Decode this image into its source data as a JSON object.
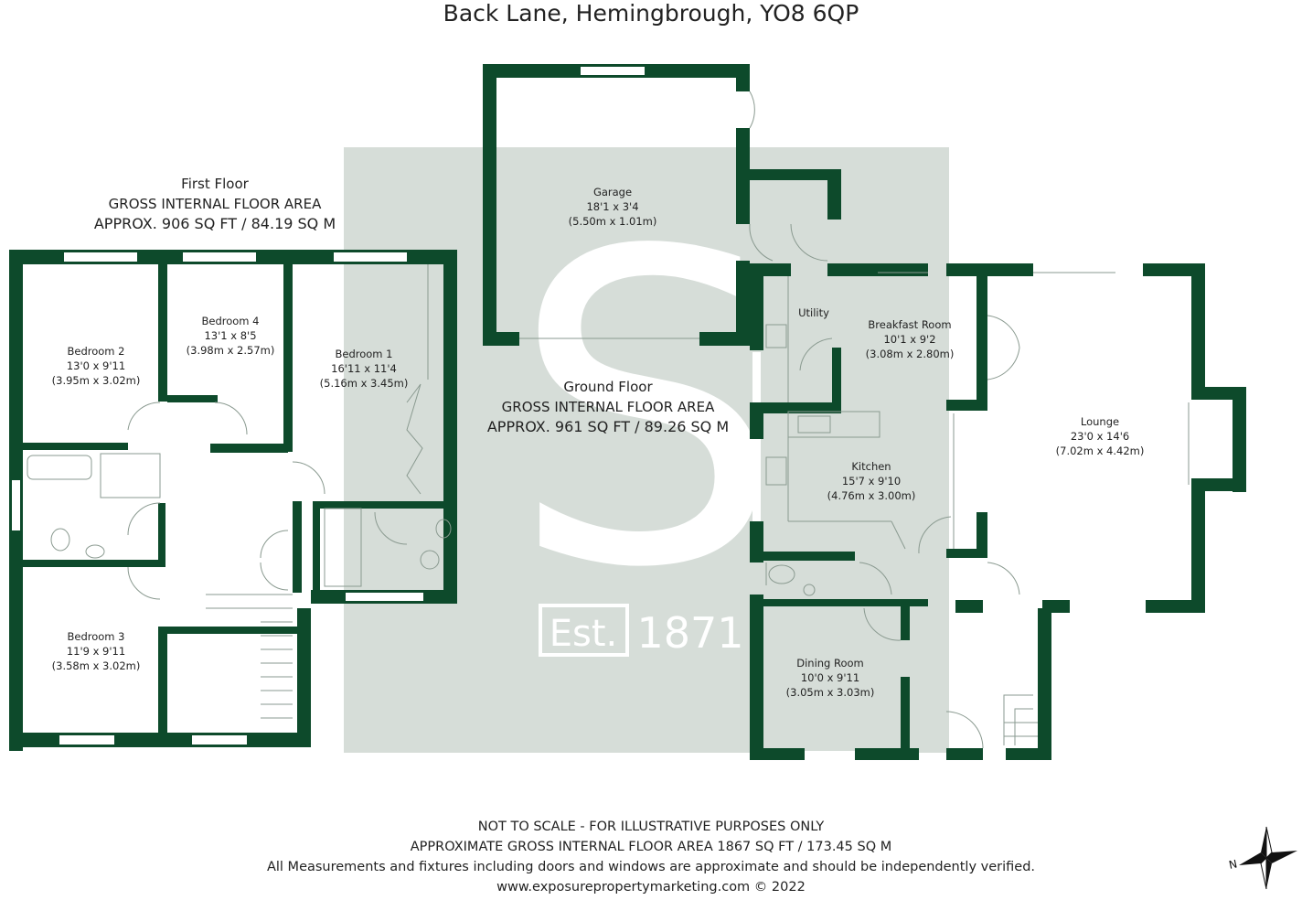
{
  "title": "Back Lane, Hemingbrough, YO8 6QP",
  "first_floor": {
    "name": "First Floor",
    "gia_label": "GROSS INTERNAL FLOOR AREA",
    "approx": "APPROX. 906 SQ FT / 84.19 SQ M"
  },
  "ground_floor": {
    "name": "Ground Floor",
    "gia_label": "GROSS INTERNAL FLOOR AREA",
    "approx": "APPROX. 961 SQ FT / 89.26 SQ M"
  },
  "rooms": {
    "bedroom2": {
      "name": "Bedroom 2",
      "imperial": "13'0 x 9'11",
      "metric": "(3.95m x 3.02m)"
    },
    "bedroom4": {
      "name": "Bedroom 4",
      "imperial": "13'1 x 8'5",
      "metric": "(3.98m x 2.57m)"
    },
    "bedroom1": {
      "name": "Bedroom 1",
      "imperial": "16'11 x 11'4",
      "metric": "(5.16m x 3.45m)"
    },
    "bedroom3": {
      "name": "Bedroom 3",
      "imperial": "11'9 x 9'11",
      "metric": "(3.58m x 3.02m)"
    },
    "garage": {
      "name": "Garage",
      "imperial": "18'1 x 3'4",
      "metric": "(5.50m x 1.01m)"
    },
    "utility": {
      "name": "Utility"
    },
    "breakfast": {
      "name": "Breakfast Room",
      "imperial": "10'1 x 9'2",
      "metric": "(3.08m x 2.80m)"
    },
    "kitchen": {
      "name": "Kitchen",
      "imperial": "15'7 x 9'10",
      "metric": "(4.76m x 3.00m)"
    },
    "lounge": {
      "name": "Lounge",
      "imperial": "23'0 x 14'6",
      "metric": "(7.02m x 4.42m)"
    },
    "dining": {
      "name": "Dining Room",
      "imperial": "10'0 x 9'11",
      "metric": "(3.05m x 3.03m)"
    }
  },
  "watermark": {
    "est": "Est.",
    "year": "1871"
  },
  "footer": {
    "line1": "NOT TO SCALE - FOR ILLUSTRATIVE PURPOSES ONLY",
    "line2": "APPROXIMATE GROSS INTERNAL FLOOR AREA 1867 SQ FT / 173.45 SQ M",
    "line3": "All Measurements and fixtures including doors and windows are approximate and should be independently verified.",
    "line4": "www.exposurepropertymarketing.com © 2022"
  },
  "compass": {
    "north": "N"
  },
  "colors": {
    "wall": "#0d4a2b",
    "watermark_bg": "#d6ddd8",
    "fixture": "#8a9a90"
  }
}
